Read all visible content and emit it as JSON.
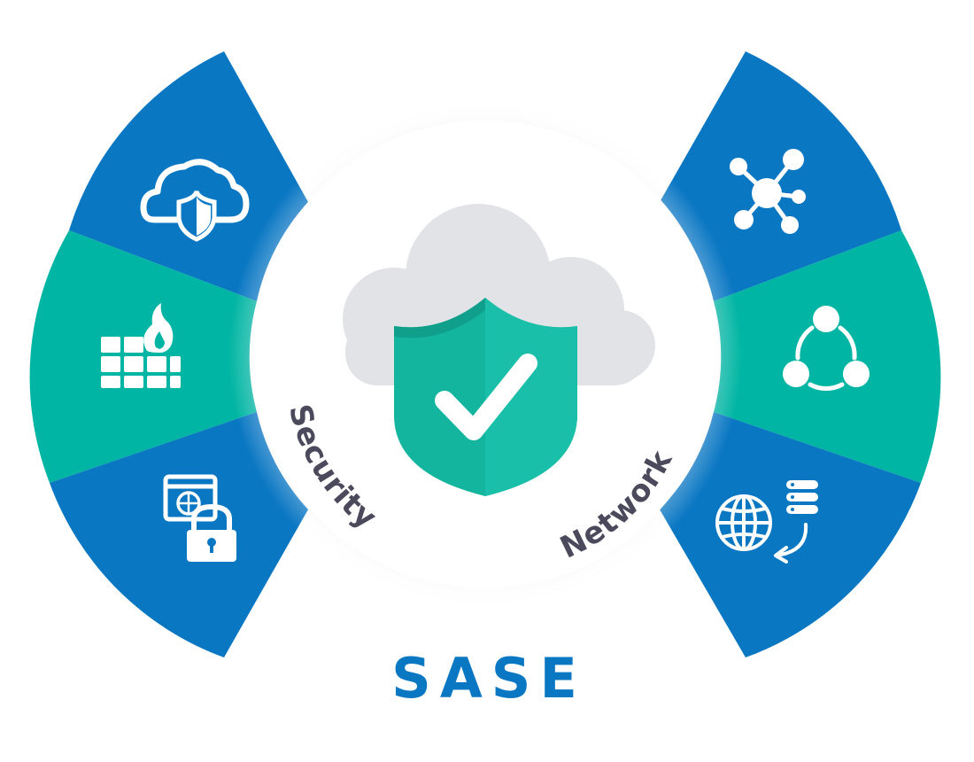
{
  "title": "SASE",
  "labels": {
    "security": "Security",
    "network": "Network"
  },
  "colors": {
    "blue": "#0a77c3",
    "teal": "#00b5a3",
    "shield": "#14b59f",
    "shield_dark": "#0f9f8b",
    "cloud": "#e2e3e7",
    "label_text": "#4a4a5c",
    "title_text": "#0a77c3"
  },
  "segments": {
    "left": [
      {
        "icon": "cloud-shield-icon",
        "color": "blue"
      },
      {
        "icon": "firewall-icon",
        "color": "teal"
      },
      {
        "icon": "secure-web-lock-icon",
        "color": "blue"
      }
    ],
    "right": [
      {
        "icon": "network-hub-icon",
        "color": "blue"
      },
      {
        "icon": "share-nodes-icon",
        "color": "teal"
      },
      {
        "icon": "global-data-sync-icon",
        "color": "blue"
      }
    ]
  },
  "center": {
    "icon": "shield-check-icon",
    "background": "cloud-icon"
  }
}
